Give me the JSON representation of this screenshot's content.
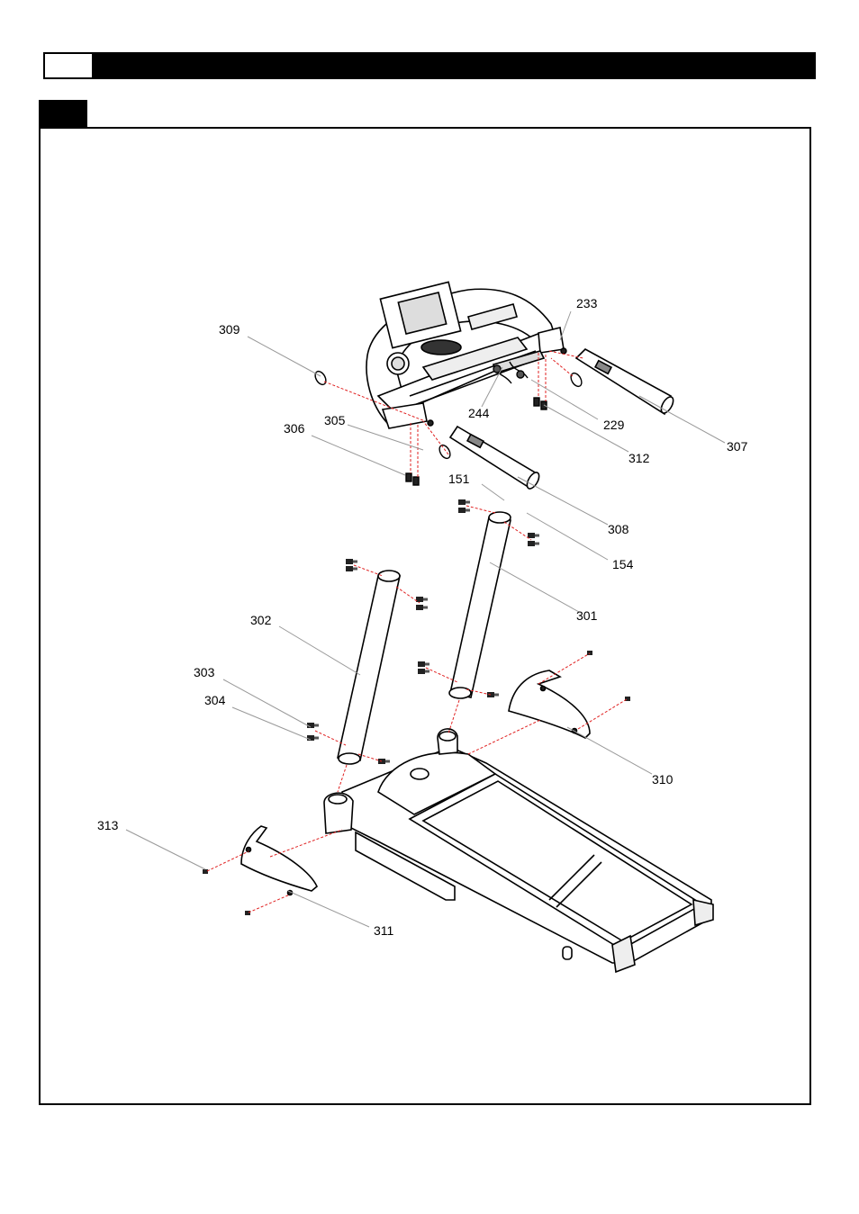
{
  "callouts": [
    {
      "id": "233",
      "label": "233"
    },
    {
      "id": "309",
      "label": "309"
    },
    {
      "id": "244",
      "label": "244"
    },
    {
      "id": "229",
      "label": "229"
    },
    {
      "id": "305",
      "label": "305"
    },
    {
      "id": "306",
      "label": "306"
    },
    {
      "id": "312",
      "label": "312"
    },
    {
      "id": "307",
      "label": "307"
    },
    {
      "id": "151",
      "label": "151"
    },
    {
      "id": "308",
      "label": "308"
    },
    {
      "id": "154",
      "label": "154"
    },
    {
      "id": "301",
      "label": "301"
    },
    {
      "id": "302",
      "label": "302"
    },
    {
      "id": "303",
      "label": "303"
    },
    {
      "id": "304",
      "label": "304"
    },
    {
      "id": "310",
      "label": "310"
    },
    {
      "id": "313",
      "label": "313"
    },
    {
      "id": "311",
      "label": "311"
    }
  ],
  "colors": {
    "line": "#000000",
    "leader": "#888888",
    "assembly": "#e02020"
  }
}
